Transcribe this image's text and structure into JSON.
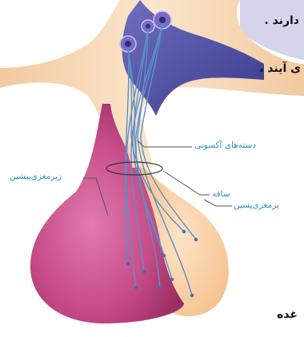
{
  "labels": {
    "axon_bundles": "دسته‌های آکسونی",
    "anterior_pituitary": "زیرمغزی‌پیشین",
    "stalk": "ساقه",
    "posterior_pituitary": "یرمغزی‌پسین"
  },
  "page_text": {
    "line1": "دارند .",
    "line2": "ی آیند ،",
    "line3": "غده"
  },
  "colors": {
    "label_blue": "#2e8fc4",
    "leader_gray": "#555555",
    "anterior_lobe": "#c74a86",
    "posterior_lobe": "#f6c89a",
    "hypothalamus_tissue": "#f7d9b5",
    "brain_purple": "#4b4ba0",
    "axon_blue": "#5b8fc9"
  }
}
